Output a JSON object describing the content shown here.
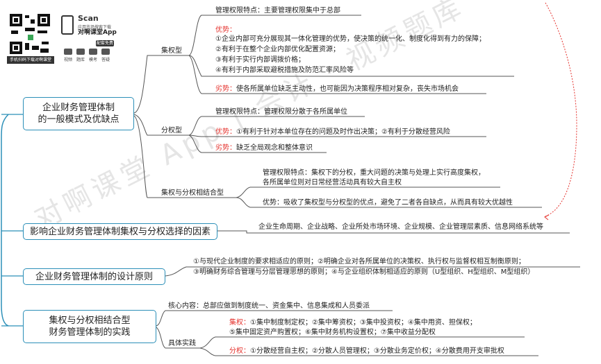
{
  "header": {
    "scan_label": "Scan",
    "app_tagline": "应用市场搜索下载",
    "app_name": "对啊课堂App",
    "badge": "配套免费",
    "qr_caption": "手机扫码下载对啊课堂",
    "features": [
      "视频",
      "题库",
      "模考",
      "答疑"
    ]
  },
  "watermark": "对啊课堂 App | 会计 · 视频题库",
  "topics": [
    {
      "id": "t1",
      "lines": [
        "企业财务管理体制",
        "的一般模式及优缺点"
      ]
    },
    {
      "id": "t2",
      "lines": [
        "影响企业财务管理体制集权与分权选择的因素"
      ]
    },
    {
      "id": "t3",
      "lines": [
        "企业财务管理体制的设计原则"
      ]
    },
    {
      "id": "t4",
      "lines": [
        "集权与分权相结合型",
        "财务管理体制的实践"
      ]
    }
  ],
  "centralized": {
    "label": "集权型",
    "feature": "管理权限特点：主要管理权限集中于总部",
    "pros_title": "优势：",
    "pros": [
      "①企业内部可充分展现其一体化管理的优势，使决策的统一化、制度化得到有力的保障；",
      "②有利于在整个企业内部优化配置资源；",
      "③有利于实行内部调拨价格；",
      "④有利于内部采取避税措施及防范汇率风险等"
    ],
    "cons_title": "劣势：",
    "cons": "使各所属单位缺乏主动性，也可能因为决策程序相对复杂，丧失市场机会"
  },
  "decentralized": {
    "label": "分权型",
    "feature": "管理权限特点：管理权限分散于各所属单位",
    "pros_title": "优势：",
    "pros": "①有利于针对本单位存在的问题及时作出决策；②有利于分散经营风险",
    "cons_title": "劣势：",
    "cons": "缺乏全局观念和整体意识"
  },
  "combined": {
    "label": "集权与分权相结合型",
    "feature": [
      "管理权限特点：集权下的分权，重大问题的决策与处理上实行高度集权，",
      "各所属单位则对日常经营活动具有较大自主权"
    ],
    "pros": "优势：吸收了集权型与分权型的优点，避免了二者各自缺点，从而具有较大优越性"
  },
  "factors": "企业生命周期、企业战略、企业所处市场环境、企业规模、企业管理层素质、信息网络系统等",
  "principles": [
    "①与现代企业制度的要求相适应的原则；②明确企业对各所属单位的决策权、执行权与监督权相互制衡原则；",
    "③明确财务综合管理与分层管理思想的原则；④与企业组织体制相适应的原则（U型组织、H型组织、M型组织）"
  ],
  "practice": {
    "core": "核心内容：总部应做到制度统一、资金集中、信息集成和人员委派",
    "specific_label": "具体实践",
    "central_title": "集权：",
    "central_items": [
      "①集中制度制定权；②集中筹资权；③集中投资权；④集中用资、担保权；",
      "⑤集中固定资产购置权；⑥集中财务机构设置权；⑦集中收益分配权"
    ],
    "decentral_title": "分权：",
    "decentral_items": "①分散经营自主权；②分散人员管理权；③分散业务定价权；④分散费用开支审批权"
  },
  "colors": {
    "box_border": "#2b8fb8",
    "line_blue": "#2b8fb8",
    "line_gray": "#555555",
    "accent_red": "#e5322d",
    "dotted_red": "#e5322d"
  }
}
